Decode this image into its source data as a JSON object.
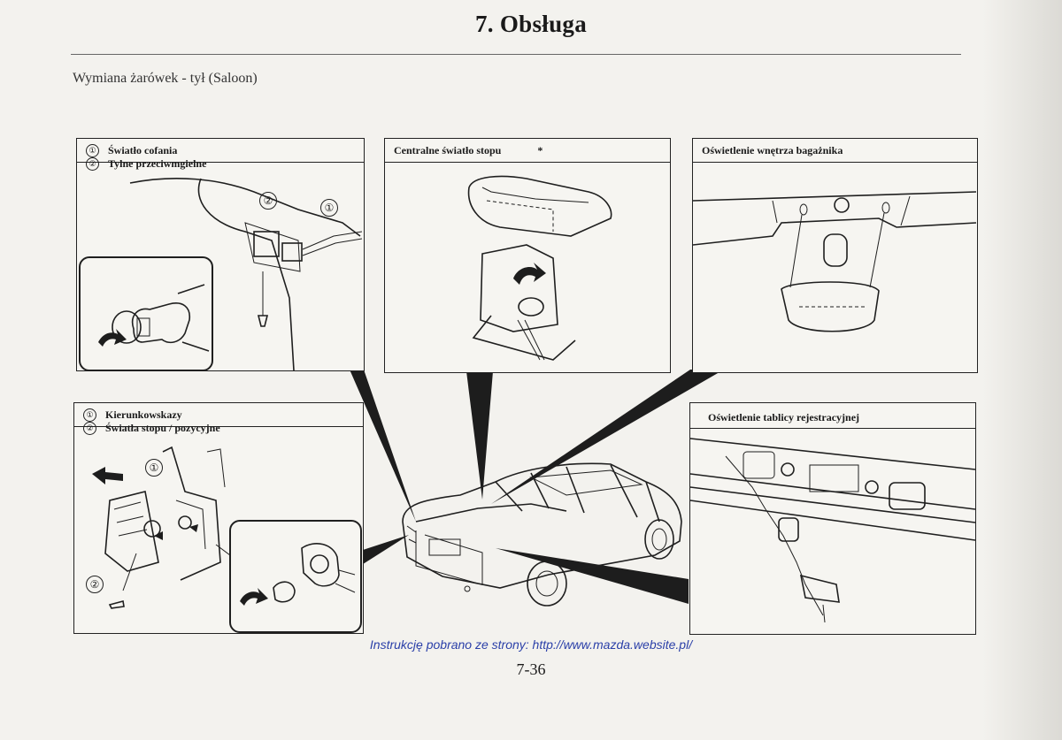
{
  "header": {
    "title": "7. Obsługa",
    "subtitle": "Wymiana żarówek  - tył (Saloon)"
  },
  "panels": {
    "reverse": {
      "legend": [
        {
          "num": "①",
          "label": "Światło cofania"
        },
        {
          "num": "②",
          "label": "Tylne przeciwmgielne"
        }
      ],
      "callouts": [
        "②",
        "①"
      ]
    },
    "center_stop": {
      "title": "Centralne światło stopu",
      "marker": "*"
    },
    "trunk_light": {
      "title": "Oświetlenie wnętrza bagażnika"
    },
    "turn_signals": {
      "legend": [
        {
          "num": "①",
          "label": "Kierunkowskazy"
        },
        {
          "num": "②",
          "label": "Światła stopu / pozycyjne"
        }
      ],
      "callouts": [
        "①",
        "②"
      ]
    },
    "plate_light": {
      "title": "Oświetlenie tablicy rejestracyjnej"
    }
  },
  "footer": {
    "link_text": "Instrukcję pobrano ze strony: http://www.mazda.website.pl/",
    "page_number": "7-36"
  },
  "colors": {
    "ink": "#1f1f1f",
    "paper": "#f3f2ee",
    "link": "#2a3fa8"
  }
}
